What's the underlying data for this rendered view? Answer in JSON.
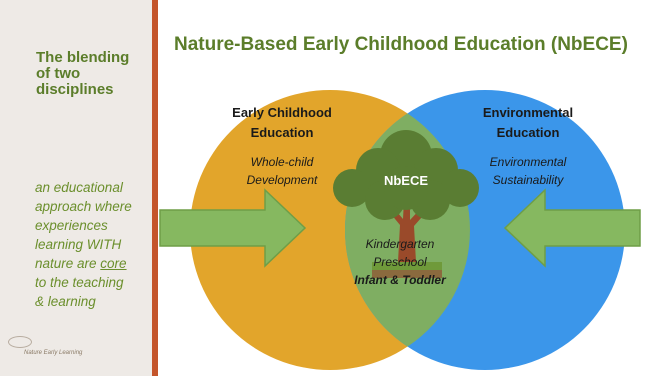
{
  "sidebar": {
    "title_line1": "The blending",
    "title_line2": "of two",
    "title_line3": "disciplines",
    "desc_line1": "an educational",
    "desc_line2": "approach where",
    "desc_line3": "experiences",
    "desc_line4": "learning WITH",
    "desc_line5_pre": "nature are ",
    "desc_line5_u": "core",
    "desc_line6": "to the teaching",
    "desc_line7": "& learning",
    "logo_text": "Nature Early Learning"
  },
  "title": "Nature-Based Early Childhood Education (NbECE)",
  "left_circle": {
    "heading_line1": "Early Childhood",
    "heading_line2": "Education",
    "sub_line1": "Whole-child",
    "sub_line2": "Development"
  },
  "right_circle": {
    "heading_line1": "Environmental",
    "heading_line2": "Education",
    "sub_line1": "Environmental",
    "sub_line2": "Sustainability"
  },
  "overlap": {
    "tree_label": "NbECE",
    "line1": "Kindergarten",
    "line2": "Preschool",
    "line3": "Infant & Toddler"
  },
  "colors": {
    "left_circle": "#e2a52b",
    "right_circle": "#3b96ea",
    "overlap": "#7fae62",
    "arrow": "#86b860",
    "tree_canopy": "#5a7d33",
    "trunk": "#9a4a2a",
    "accent_bar": "#c4552b",
    "title": "#5b7d2a"
  }
}
